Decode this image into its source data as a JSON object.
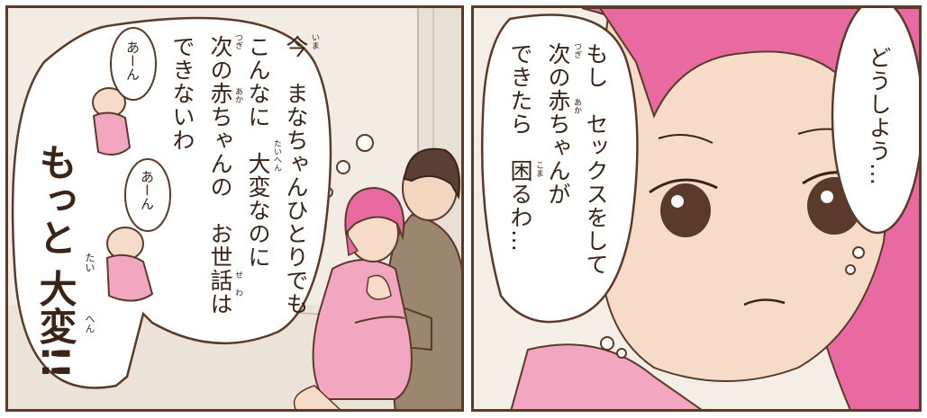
{
  "left_panel": {
    "speech_lines": [
      "今　まなちゃんひとりでも",
      "こんなに　大変なのに",
      "次の赤ちゃんの　お世話は",
      "できないわ"
    ],
    "ruby": [
      "いま",
      "たいへん",
      "つぎ",
      "あか",
      "せ",
      "わ"
    ],
    "baby_cry_1": "あーん",
    "baby_cry_2": "あーん",
    "shout": "もっと 大変!!",
    "shout_ruby": [
      "たい",
      "へん"
    ]
  },
  "right_panel": {
    "thought_top": "どうしよう…",
    "speech_lines": [
      "もし　セックスをして",
      "次の赤ちゃんが",
      "できたら　困るわ…"
    ],
    "ruby": [
      "つぎ",
      "あか",
      "こま"
    ]
  },
  "colors": {
    "ink": "#3a2418",
    "border": "#5a3a2a",
    "hair_pink": "#e86aa0",
    "skin": "#f6dcc8",
    "shirt_pink": "#f2a6c0",
    "man_shirt": "#9b8670",
    "background": "#f3ece4"
  }
}
